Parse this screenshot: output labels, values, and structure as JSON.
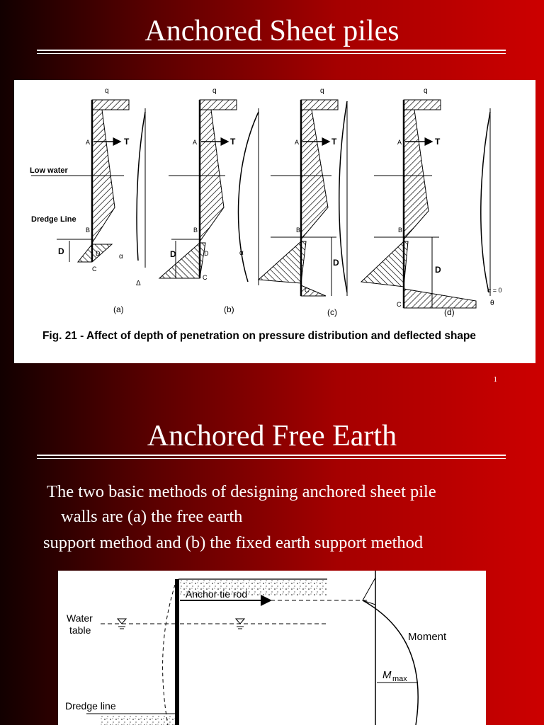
{
  "slide1": {
    "title": "Anchored Sheet piles",
    "page_number": "1",
    "figure": {
      "caption": "Fig. 21 - Affect of depth of penetration on pressure distribution and deflected shape",
      "labels": {
        "q": "q",
        "T": "T",
        "A": "A",
        "B": "B",
        "C": "C",
        "D": "D",
        "low_water": "Low water",
        "dredge_line": "Dredge Line",
        "alpha": "α",
        "delta": "Δ",
        "theta": "θ",
        "alpha_zero": "α = 0",
        "a": "(a)",
        "b": "(b)",
        "c": "(c)",
        "d": "(d)"
      }
    }
  },
  "slide2": {
    "title": "Anchored Free Earth",
    "paragraph_line1": "The two basic methods of designing anchored sheet pile",
    "paragraph_line2": "walls are (a) the free earth",
    "paragraph_line3": "support method and (b) the fixed earth support method",
    "figure": {
      "anchor_tie_rod": "Anchor tie rod",
      "water_table_line1": "Water",
      "water_table_line2": "table",
      "moment": "Moment",
      "m": "M",
      "max": "max",
      "dredge_line": "Dredge line"
    }
  }
}
